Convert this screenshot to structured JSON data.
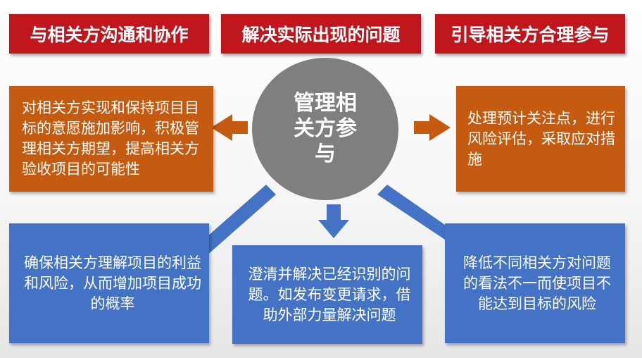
{
  "banners": [
    "与相关方沟通和协作",
    "解决实际出现的问题",
    "引导相关方合理参与"
  ],
  "center": {
    "label": "管理相关方参与"
  },
  "boxes": {
    "left": "对相关方实现和保持项目目标的意愿施加影响，积极管理相关方期望，提高相关方验收项目的可能性",
    "right": "处理预计关注点，进行风险评估，采取应对措施",
    "bottom_left": "确保相关方理解项目的利益和风险，从而增加项目成功的概率",
    "bottom_middle": "澄清并解决已经识别的问题。如发布变更请求，借助外部力量解决问题",
    "bottom_right": "降低不同相关方对问题的看法不一而使项目不能达到目标的风险"
  },
  "colors": {
    "banner": "#c0161d",
    "orange": "#c55a11",
    "blue": "#4472c4",
    "circle": "#7f7f7f"
  }
}
